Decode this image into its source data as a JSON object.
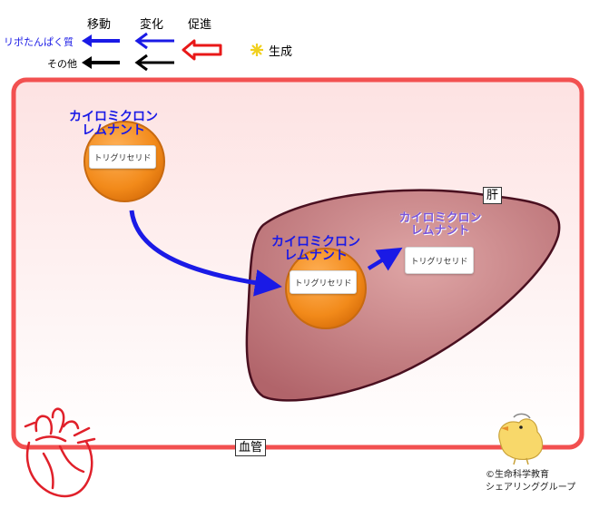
{
  "legend": {
    "headers": {
      "movement": "移動",
      "change": "変化",
      "promotion": "促進"
    },
    "rows": [
      {
        "label": "リポたんぱく質",
        "color": "#1a1ae6"
      },
      {
        "label": "その他",
        "color": "#000000"
      }
    ],
    "generation": "生成"
  },
  "labels": {
    "blood_vessel": "血管",
    "liver": "肝",
    "remnant_blood": "カイロミクロン\nレムナント",
    "remnant_liver": "カイロミクロン\nレムナント",
    "remnant_product": "カイロミクロン\nレムナント",
    "triglyceride_1": "トリグリセリド",
    "triglyceride_2": "トリグリセリド",
    "triglyceride_3": "トリグリセリド"
  },
  "copyright": {
    "line1": "©生命科学教育",
    "line2": "シェアリンググループ"
  },
  "colors": {
    "vessel_border": "#f25050",
    "lipoprotein_arrow": "#1a1ae6",
    "liver_fill": "#b86a70",
    "particle_orange": "#f28a1a"
  }
}
